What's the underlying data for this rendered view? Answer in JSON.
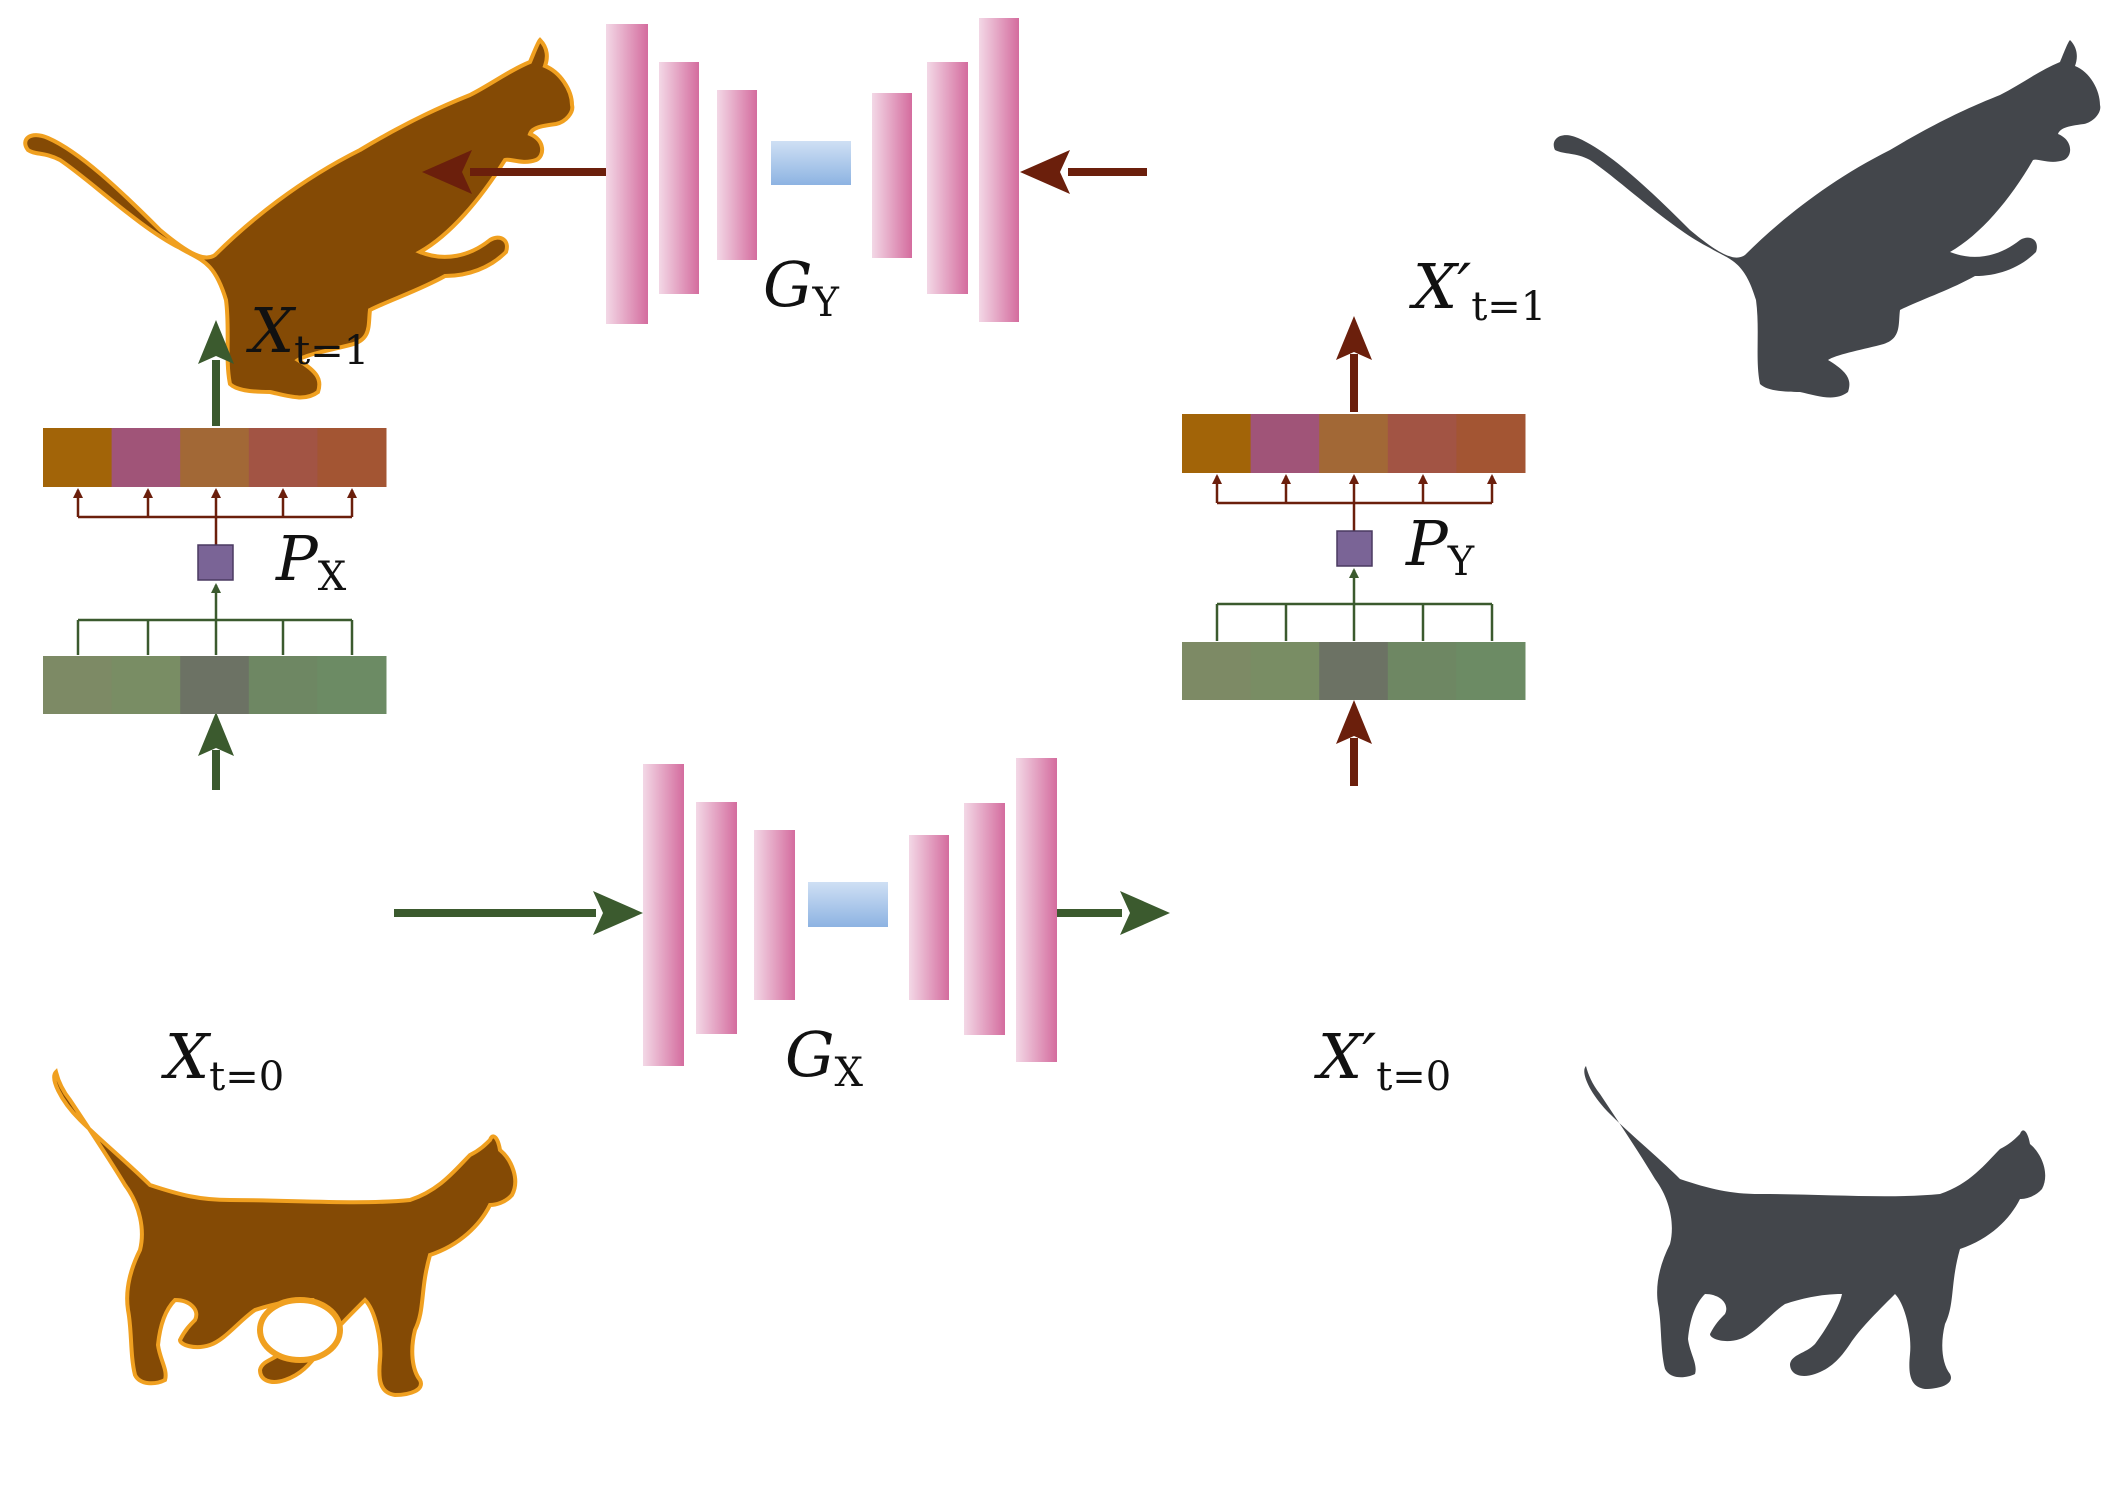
{
  "labels": {
    "x_t1": {
      "main": "X",
      "sub": "t=1"
    },
    "x_t0": {
      "main": "X",
      "sub": "t=0"
    },
    "xp_t1": {
      "main": "X′",
      "sub": "t=1"
    },
    "xp_t0": {
      "main": "X′",
      "sub": "t=0"
    },
    "g_y": {
      "main": "G",
      "sub": "Y"
    },
    "g_x": {
      "main": "G",
      "sub": "X"
    },
    "p_x": {
      "main": "P",
      "sub": "X"
    },
    "p_y": {
      "main": "P",
      "sub": "Y"
    }
  },
  "colors": {
    "cat_orange": "#844a05",
    "cat_orange_edge": "#f0a020",
    "cat_gray": "#43464b",
    "green_arrow": "#3b5a2e",
    "red_arrow": "#6b1f0c",
    "generator_pink": "#d672a2",
    "generator_light": "#f2d4e3",
    "bottleneck_blue": "#8fb4e3",
    "bottleneck_light": "#c9dcf2",
    "proto_purple": "#7a6496"
  },
  "feature_bars": {
    "top_colors": [
      "#a26408",
      "#a05478",
      "#a26836",
      "#a25444",
      "#a35533"
    ],
    "bottom_colors": [
      "#7d8a65",
      "#798d64",
      "#6c7264",
      "#6e8763",
      "#6c8b64"
    ]
  }
}
